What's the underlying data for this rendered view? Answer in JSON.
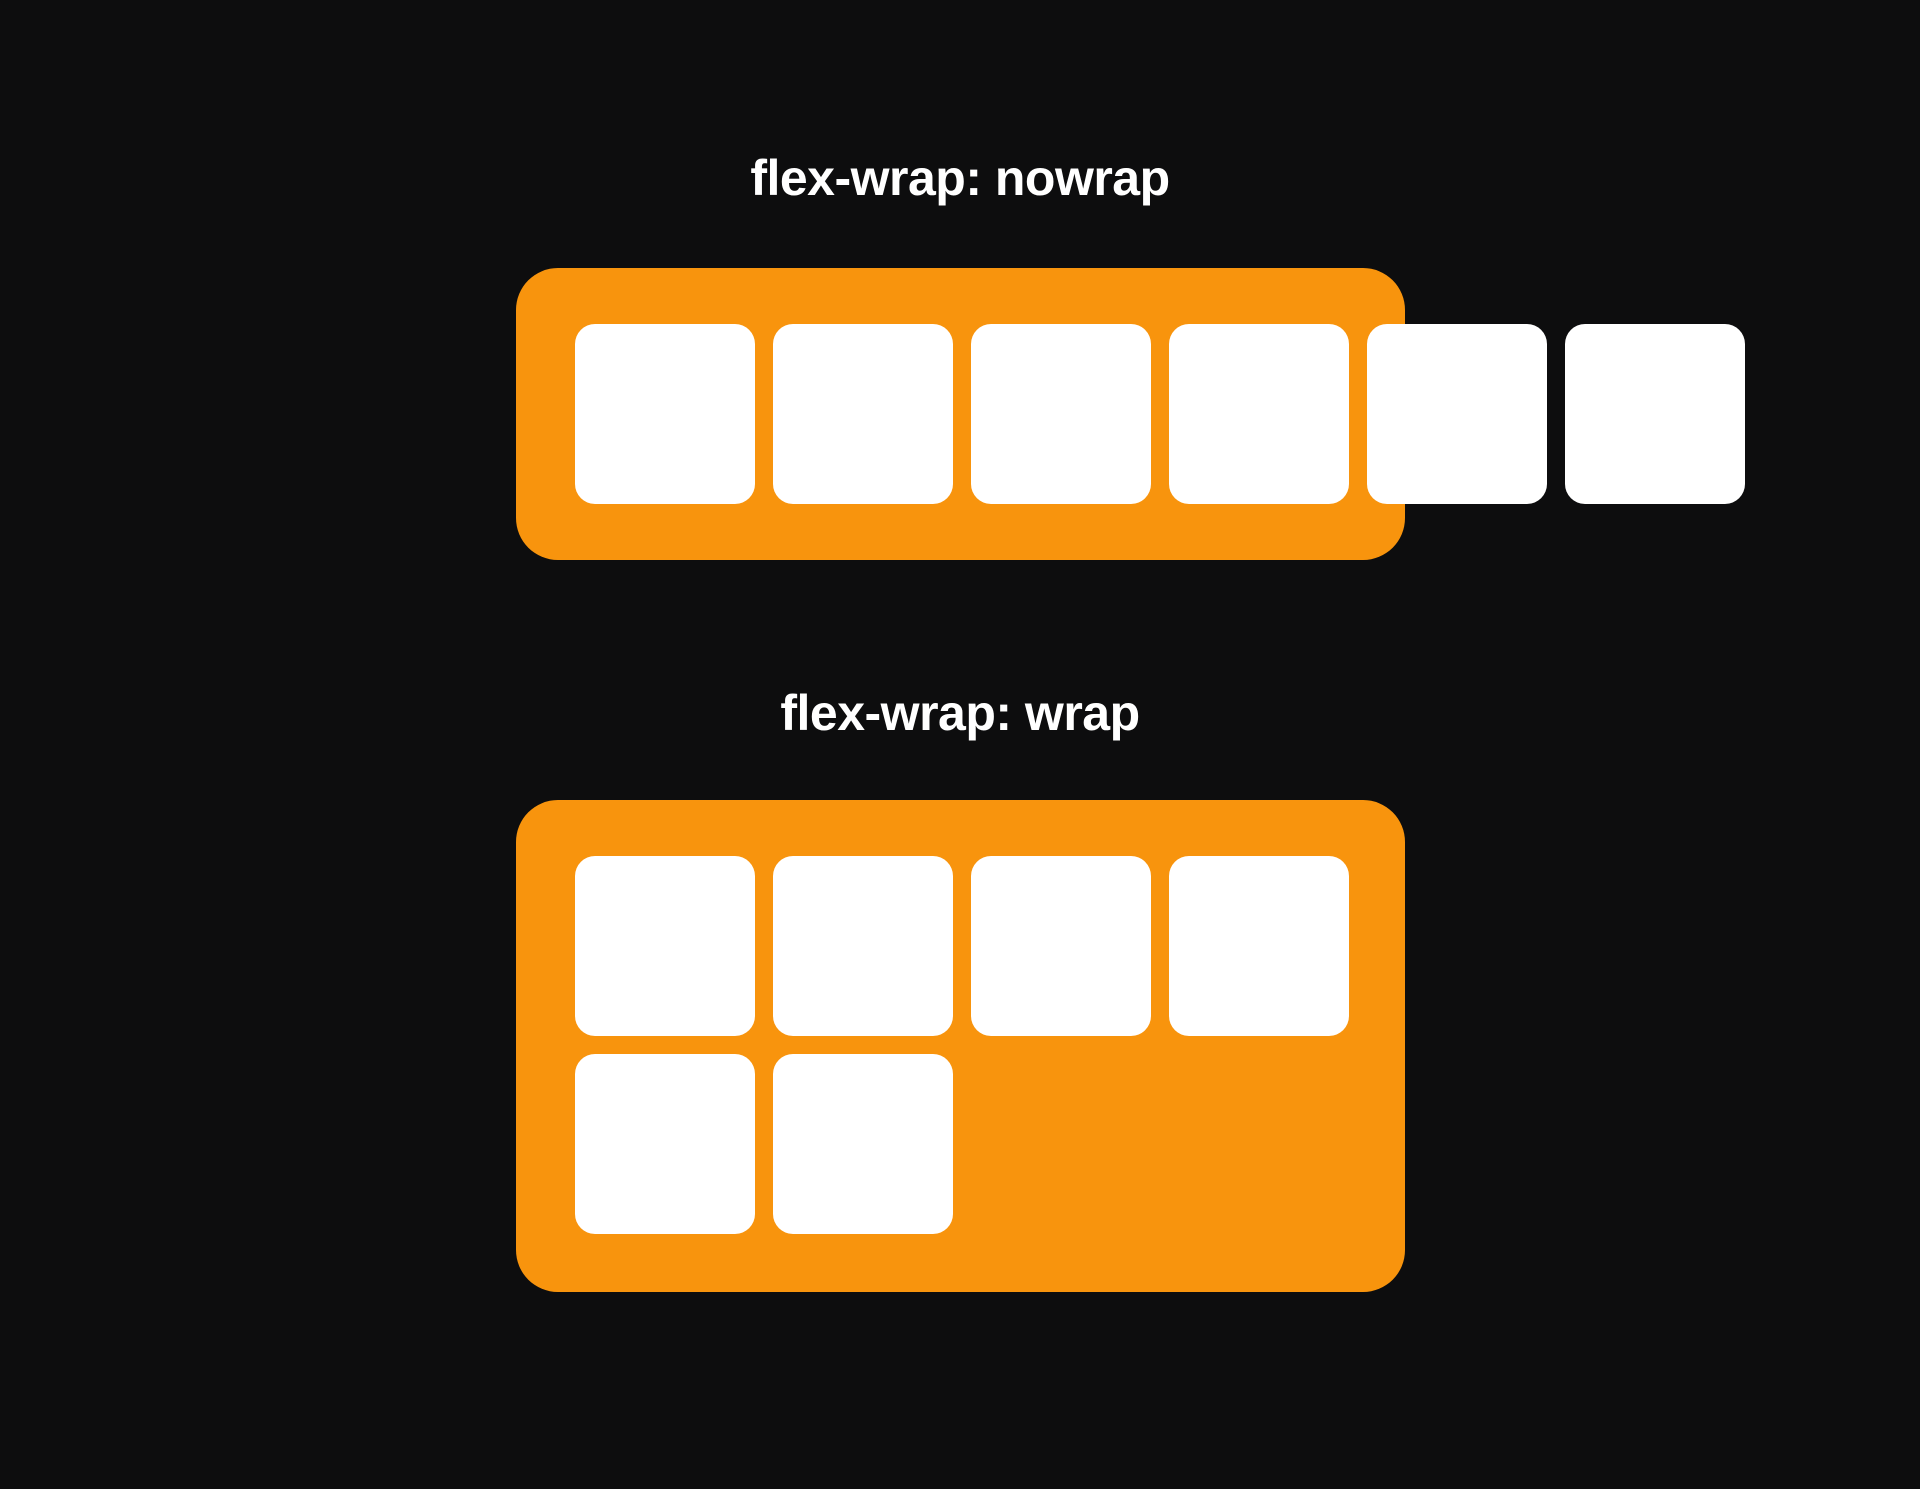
{
  "page": {
    "background_color": "#0d0d0e",
    "container_color": "#f8940d",
    "item_color": "#ffffff",
    "title_color": "#ffffff"
  },
  "sections": [
    {
      "title": "flex-wrap: nowrap",
      "wrap_mode": "nowrap",
      "item_count": 6,
      "items_inside_container": 4,
      "items_overflowing_right": 2,
      "row_distribution": [
        6
      ]
    },
    {
      "title": "flex-wrap: wrap",
      "wrap_mode": "wrap",
      "item_count": 6,
      "items_inside_container": 6,
      "items_overflowing_right": 0,
      "row_distribution": [
        4,
        2
      ]
    }
  ]
}
